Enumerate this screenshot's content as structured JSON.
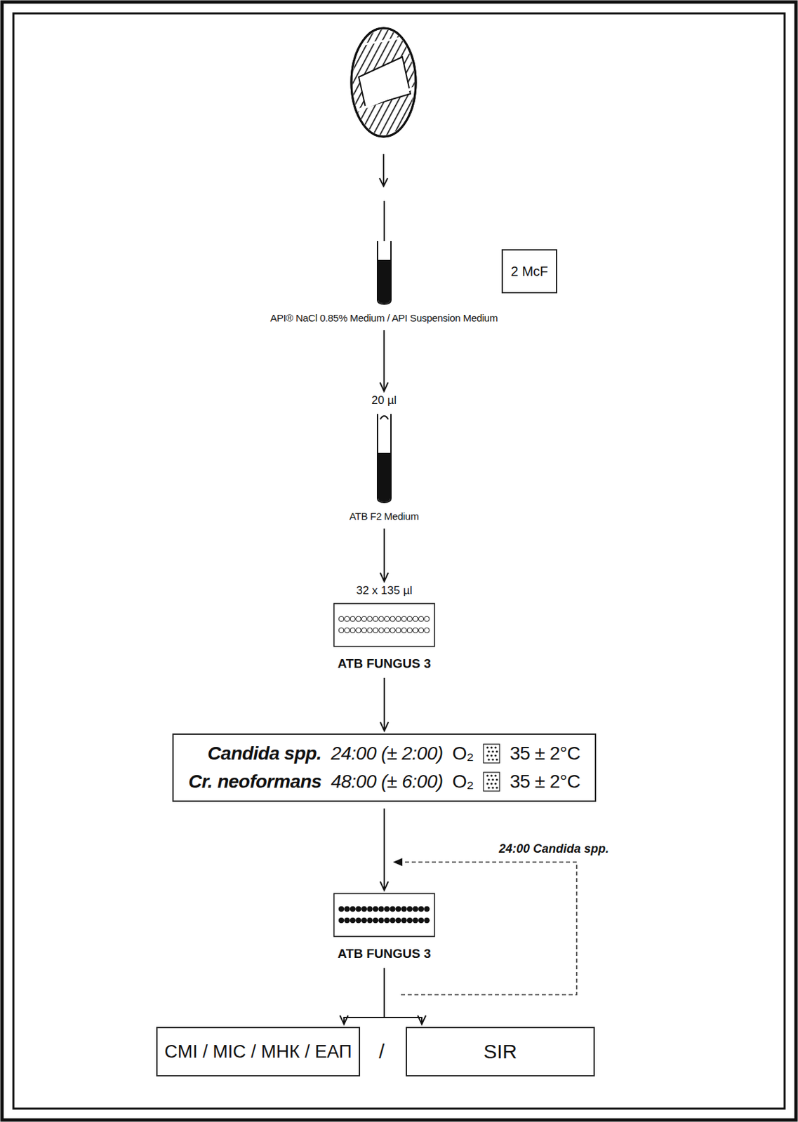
{
  "diagram": {
    "nodes": [
      {
        "text": [
          "API® NaCl 0.85% Medium / API Suspension Medium"
        ]
      },
      {
        "text": [
          "2 McF"
        ]
      },
      {
        "text": [
          "20 µl",
          "ATB F2 Medium"
        ]
      },
      {
        "text": [
          "32 x 135 µl",
          "ATB FUNGUS 3"
        ]
      },
      {
        "text": [
          "Candida spp.",
          "24:00 (± 2:00)",
          "O₂",
          "35 ± 2°C",
          "Cr. neoformans",
          "48:00 (± 6:00)",
          "O₂",
          "35 ± 2°C"
        ]
      },
      {
        "text": [
          "ATB FUNGUS 3"
        ]
      },
      {
        "text": [
          "CMI / MIC / МНК / ЕАП"
        ]
      },
      {
        "text": [
          "SIR"
        ]
      }
    ],
    "edges": [
      {
        "from": 0,
        "to": 2,
        "arrow": "to"
      },
      {
        "from": 2,
        "to": 3,
        "arrow": "to"
      },
      {
        "from": 3,
        "to": 4,
        "arrow": "to"
      },
      {
        "from": 4,
        "to": 5,
        "arrow": "to"
      },
      {
        "from": 5,
        "to": 6,
        "arrow": "to"
      },
      {
        "from": 5,
        "to": 7,
        "arrow": "to"
      }
    ],
    "labels": [
      "/",
      "24:00 Candida spp."
    ]
  }
}
